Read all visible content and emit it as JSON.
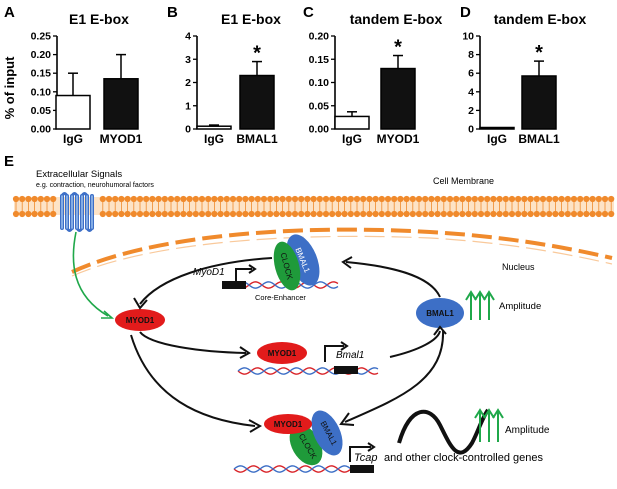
{
  "chart_data": [
    {
      "type": "bar",
      "panel": "A",
      "title": "E1 E-box",
      "ylabel": "% of input",
      "categories": [
        "IgG",
        "MYOD1"
      ],
      "values": [
        0.09,
        0.135
      ],
      "errors": [
        0.06,
        0.065
      ],
      "ylim": [
        0,
        0.25
      ],
      "yticks": [
        "0.00",
        "0.05",
        "0.10",
        "0.15",
        "0.20",
        "0.25"
      ],
      "significance": [
        "",
        ""
      ],
      "bar_colors": [
        "#ffffff",
        "#111111"
      ]
    },
    {
      "type": "bar",
      "panel": "B",
      "title": "E1 E-box",
      "categories": [
        "IgG",
        "BMAL1"
      ],
      "values": [
        0.12,
        2.3
      ],
      "errors": [
        0.05,
        0.6
      ],
      "ylim": [
        0,
        4
      ],
      "yticks": [
        "0",
        "1",
        "2",
        "3",
        "4"
      ],
      "significance": [
        "",
        "*"
      ],
      "bar_colors": [
        "#ffffff",
        "#111111"
      ]
    },
    {
      "type": "bar",
      "panel": "C",
      "title": "tandem E-box",
      "categories": [
        "IgG",
        "MYOD1"
      ],
      "values": [
        0.027,
        0.13
      ],
      "errors": [
        0.01,
        0.028
      ],
      "ylim": [
        0,
        0.2
      ],
      "yticks": [
        "0.00",
        "0.05",
        "0.10",
        "0.15",
        "0.20"
      ],
      "significance": [
        "",
        "*"
      ],
      "bar_colors": [
        "#ffffff",
        "#111111"
      ]
    },
    {
      "type": "bar",
      "panel": "D",
      "title": "tandem E-box",
      "categories": [
        "IgG",
        "BMAL1"
      ],
      "values": [
        0.02,
        5.7
      ],
      "errors": [
        0.0,
        1.6
      ],
      "ylim": [
        0,
        10
      ],
      "yticks": [
        "0",
        "2",
        "4",
        "6",
        "8",
        "10"
      ],
      "significance": [
        "",
        "*"
      ],
      "bar_colors": [
        "#ffffff",
        "#111111"
      ]
    }
  ],
  "diagram": {
    "panel": "E",
    "extracellular_title": "Extracellular Signals",
    "extracellular_sub": "e.g. contraction, neurohumoral factors",
    "membrane_label": "Cell Membrane",
    "nucleus_label": "Nucleus",
    "core_enhancer": "Core-Enhancer",
    "myod1_gene": "MyoD1",
    "bmal1_gene": "Bmal1",
    "tcap_gene": "Tcap",
    "other_genes": "and other clock-controlled genes",
    "amplitude_label": "Amplitude",
    "protein_myod1": "MYOD1",
    "protein_bmal1": "BMAL1",
    "protein_clock": "CLOCK"
  },
  "colors": {
    "myod1": "#e21b1b",
    "bmal1": "#3d6fc6",
    "clock": "#1f9a3a",
    "membrane": "#f08a2c",
    "arrow_green": "#1fa84a"
  }
}
